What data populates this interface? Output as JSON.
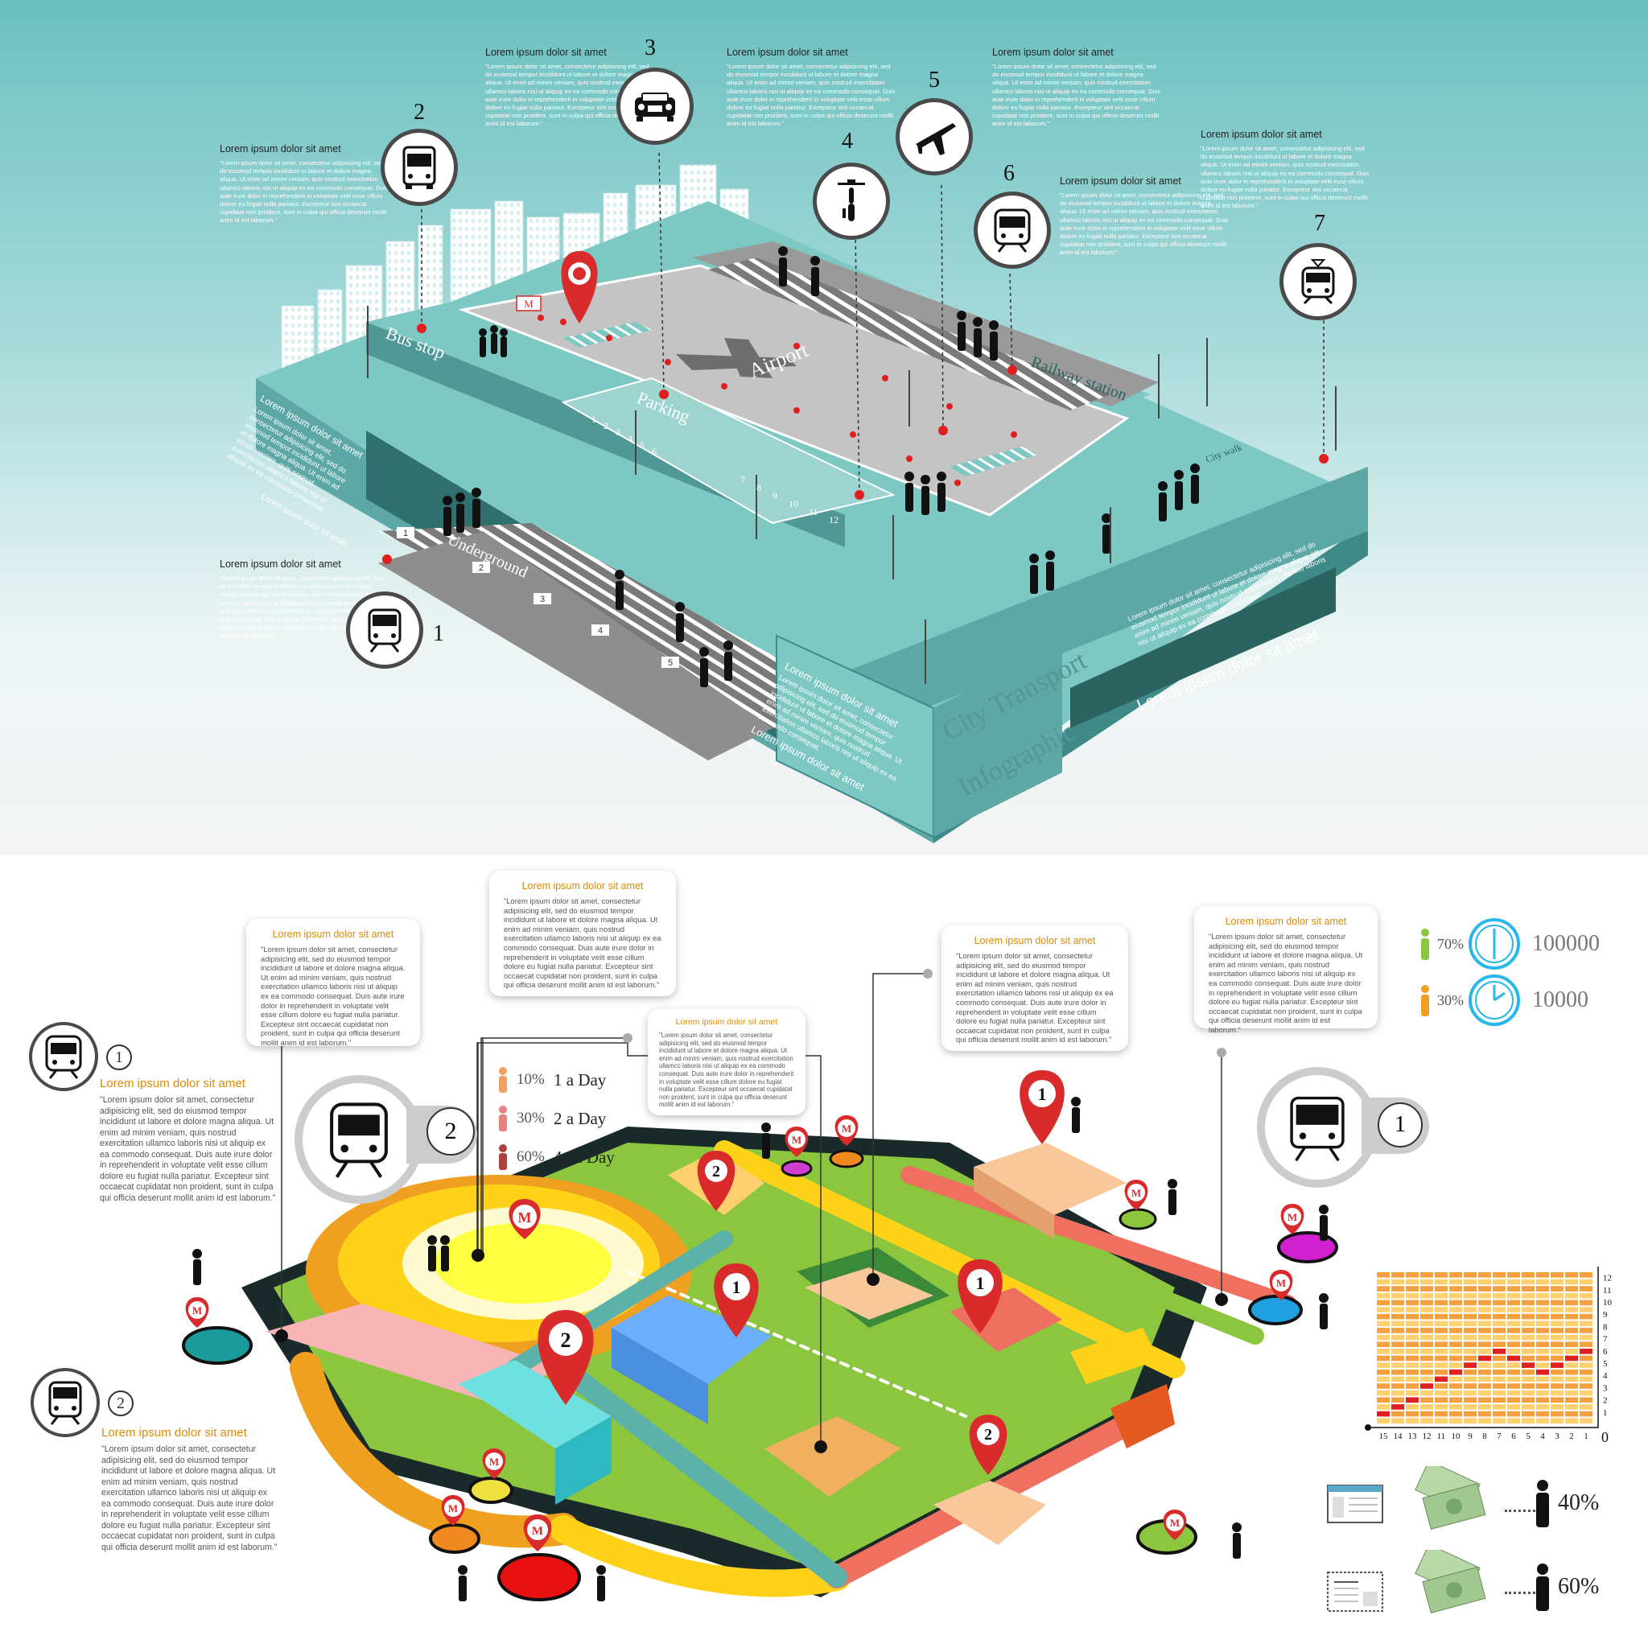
{
  "colors": {
    "teal": "#7ec8c4",
    "teal_dark": "#3f8a88",
    "red_pin": "#d92b2b",
    "orange": "#f0a020",
    "yellow": "#ffd21a",
    "green": "#8cc63f"
  },
  "top": {
    "notes": [
      {
        "heading": "Lorem ipsum dolor sit amet",
        "body": "\"Lorem ipsum dolor sit amet, consectetur adipisicing elit, sed do eiusmod tempor incididunt ut labore et dolore magna aliqua. Ut enim ad minim veniam, quis nostrud exercitation ullamco laboris nisi ut aliquip ex ea commodo consequat. Duis aute irure dolor in reprehenderit in voluptate velit esse cillum dolore eu fugiat nulla pariatur. Excepteur sint occaecat cupidatat non proident, sunt in culpa qui officia deserunt mollit anim id est laborum.\""
      },
      {
        "heading": "Lorem ipsum dolor sit amet",
        "body": "\"Lorem ipsum dolor sit amet, consectetur adipisicing elit, sed do eiusmod tempor incididunt ut labore et dolore magna aliqua. Ut enim ad minim veniam, quis nostrud exercitation ullamco laboris nisi ut aliquip ex ea commodo consequat. Duis aute irure dolor in reprehenderit in voluptate velit esse cillum dolore eu fugiat nulla pariatur. Excepteur sint occaecat cupidatat non proident, sunt in culpa qui officia deserunt mollit anim id est laborum.\""
      },
      {
        "heading": "Lorem ipsum dolor sit amet",
        "body": "\"Lorem ipsum dolor sit amet, consectetur adipisicing elit, sed do eiusmod tempor incididunt ut labore et dolore magna aliqua. Ut enim ad minim veniam, quis nostrud exercitation ullamco laboris nisi ut aliquip ex ea commodo consequat. Duis aute irure dolor in reprehenderit in voluptate velit esse cillum dolore eu fugiat nulla pariatur. Excepteur sint occaecat cupidatat non proident, sunt in culpa qui officia deserunt mollit anim id est laborum.\""
      },
      {
        "heading": "Lorem ipsum dolor sit amet",
        "body": "\"Lorem ipsum dolor sit amet, consectetur adipisicing elit, sed do eiusmod tempor incididunt ut labore et dolore magna aliqua. Ut enim ad minim veniam, quis nostrud exercitation ullamco laboris nisi ut aliquip ex ea commodo consequat. Duis aute irure dolor in reprehenderit in voluptate velit esse cillum dolore eu fugiat nulla pariatur. Excepteur sint occaecat cupidatat non proident, sunt in culpa qui officia deserunt mollit anim id est laborum.\""
      },
      {
        "heading": "Lorem ipsum dolor sit amet",
        "body": "\"Lorem ipsum dolor sit amet, consectetur adipisicing elit, sed do eiusmod tempor incididunt ut labore et dolore magna aliqua. Ut enim ad minim veniam, quis nostrud exercitation ullamco laboris nisi ut aliquip ex ea commodo consequat. Duis aute irure dolor in reprehenderit in voluptate velit esse cillum dolore eu fugiat nulla pariatur. Excepteur sint occaecat cupidatat non proident, sunt in culpa qui officia deserunt mollit anim id est laborum.\""
      },
      {
        "heading": "Lorem ipsum dolor sit amet",
        "body": "\"Lorem ipsum dolor sit amet, consectetur adipisicing elit, sed do eiusmod tempor incididunt ut labore et dolore magna aliqua. Ut enim ad minim veniam, quis nostrud exercitation ullamco laboris nisi ut aliquip ex ea commodo consequat. Duis aute irure dolor in reprehenderit in voluptate velit esse cillum dolore eu fugiat nulla pariatur. Excepteur sint occaecat cupidatat non proident, sunt in culpa qui officia deserunt mollit anim id est laborum.\""
      },
      {
        "heading": "Lorem ipsum dolor sit amet",
        "body": "\"Lorem ipsum dolor sit amet, consectetur adipisicing elit, sed do eiusmod tempor incididunt ut labore et dolore magna aliqua. Ut enim ad minim veniam, quis nostrud exercitation ullamco laboris nisi ut aliquip ex ea commodo consequat. Duis aute irure dolor in reprehenderit in voluptate velit esse cillum dolore eu fugiat nulla pariatur. Excepteur sint occaecat cupidatat non proident, sunt in culpa qui officia deserunt mollit anim id est laborum.\""
      }
    ],
    "numbers": [
      "1",
      "2",
      "3",
      "4",
      "5",
      "6",
      "7"
    ],
    "icons": [
      "tram-front-icon",
      "bus-front-icon",
      "car-front-icon",
      "bicycle-icon",
      "airplane-icon",
      "train-front-icon",
      "tram-icon"
    ],
    "area_labels": {
      "bus_stop": "Bus stop",
      "parking": "Parking",
      "airport": "Airport",
      "railway": "Railway station",
      "underground": "Underground",
      "city_walk": "City walk",
      "metro_sign": "M"
    },
    "platform_numbers": [
      "1",
      "2",
      "3",
      "4",
      "5"
    ],
    "parking_numbers": [
      "1",
      "2",
      "3",
      "4",
      "5",
      "6",
      "7",
      "8",
      "9",
      "10",
      "11",
      "12"
    ],
    "title_line1": "City Transport",
    "title_line2": "Infographic",
    "banner": "Lorem ipsum dolor sit amet",
    "wall_heading": "Lorem ipsum dolor sit amet",
    "wall_text": "Lorem ipsum dolor sit amet, consectetur adipisicing elit, sed do eiusmod tempor incididunt ut labore et dolore magna aliqua. Ut enim ad minim veniam, quis nostrud exercitation ullamco laboris nisi ut aliquip ex ea commodo consequat.",
    "wall_footer": "Lorem ipsum dolor sit amet",
    "left_wall_heading": "Lorem ipsum dolor sit amet",
    "left_wall_footer": "Lorem ipsum dolor sit amet",
    "right_wall_text": "Lorem ipsum dolor sit amet, consectetur adipisicing elit, sed do eiusmod tempor incididunt ut labore et dolore magna aliqua. Ut enim ad minim veniam, quis nostrud exercitation ullamco laboris nisi ut aliquip ex ea commodo consequat."
  },
  "bottom": {
    "cards": [
      {
        "heading": "Lorem ipsum dolor sit amet",
        "body": "\"Lorem ipsum dolor sit amet, consectetur adipisicing elit, sed do eiusmod tempor incididunt ut labore et dolore magna aliqua. Ut enim ad minim veniam, quis nostrud exercitation ullamco laboris nisi ut aliquip ex ea commodo consequat. Duis aute irure dolor in reprehenderit in voluptate velit esse cillum dolore eu fugiat nulla pariatur. Excepteur sint occaecat cupidatat non proident, sunt in culpa qui officia deserunt mollit anim id est laborum.\""
      },
      {
        "heading": "Lorem ipsum dolor sit amet",
        "body": "\"Lorem ipsum dolor sit amet, consectetur adipisicing elit, sed do eiusmod tempor incididunt ut labore et dolore magna aliqua. Ut enim ad minim veniam, quis nostrud exercitation ullamco laboris nisi ut aliquip ex ea commodo consequat. Duis aute irure dolor in reprehenderit in voluptate velit esse cillum dolore eu fugiat nulla pariatur. Excepteur sint occaecat cupidatat non proident, sunt in culpa qui officia deserunt mollit anim id est laborum.\""
      },
      {
        "heading": "Lorem ipsum dolor sit amet",
        "body": "\"Lorem ipsum dolor sit amet, consectetur adipisicing elit, sed do eiusmod tempor incididunt ut labore et dolore magna aliqua. Ut enim ad minim veniam, quis nostrud exercitation ullamco laboris nisi ut aliquip ex ea commodo consequat. Duis aute irure dolor in reprehenderit in voluptate velit esse cillum dolore eu fugiat nulla pariatur. Excepteur sint occaecat cupidatat non proident, sunt in culpa qui officia deserunt mollit anim id est laborum.\""
      },
      {
        "heading": "Lorem ipsum dolor sit amet",
        "body": "\"Lorem ipsum dolor sit amet, consectetur adipisicing elit, sed do eiusmod tempor incididunt ut labore et dolore magna aliqua. Ut enim ad minim veniam, quis nostrud exercitation ullamco laboris nisi ut aliquip ex ea commodo consequat. Duis aute irure dolor in reprehenderit in voluptate velit esse cillum dolore eu fugiat nulla pariatur. Excepteur sint occaecat cupidatat non proident, sunt in culpa qui officia deserunt mollit anim id est laborum.\""
      },
      {
        "heading": "Lorem ipsum dolor sit amet",
        "body": "\"Lorem ipsum dolor sit amet, consectetur adipisicing elit, sed do eiusmod tempor incididunt ut labore et dolore magna aliqua. Ut enim ad minim veniam, quis nostrud exercitation ullamco laboris nisi ut aliquip ex ea commodo consequat. Duis aute irure dolor in reprehenderit in voluptate velit esse cillum dolore eu fugiat nulla pariatur. Excepteur sint occaecat cupidatat non proident, sunt in culpa qui officia deserunt mollit anim id est laborum.\""
      }
    ],
    "side_notes": [
      {
        "heading": "Lorem ipsum dolor sit amet",
        "body": "\"Lorem ipsum dolor sit amet, consectetur adipisicing elit, sed do eiusmod tempor incididunt ut labore et dolore magna aliqua. Ut enim ad minim veniam, quis nostrud exercitation ullamco laboris nisi ut aliquip ex ea commodo consequat. Duis aute irure dolor in reprehenderit in voluptate velit esse cillum dolore eu fugiat nulla pariatur. Excepteur sint occaecat cupidatat non proident, sunt in culpa qui officia deserunt mollit anim id est laborum.\""
      },
      {
        "heading": "Lorem ipsum dolor sit amet",
        "body": "\"Lorem ipsum dolor sit amet, consectetur adipisicing elit, sed do eiusmod tempor incididunt ut labore et dolore magna aliqua. Ut enim ad minim veniam, quis nostrud exercitation ullamco laboris nisi ut aliquip ex ea commodo consequat. Duis aute irure dolor in reprehenderit in voluptate velit esse cillum dolore eu fugiat nulla pariatur. Excepteur sint occaecat cupidatat non proident, sunt in culpa qui officia deserunt mollit anim id est laborum.\""
      }
    ],
    "side_numbers": [
      "1",
      "2"
    ],
    "badge_numbers": [
      "2",
      "1"
    ],
    "frequency": [
      {
        "percent": "10%",
        "label": "1 a Day",
        "color": "#f0a060"
      },
      {
        "percent": "30%",
        "label": "2 a Day",
        "color": "#e88080"
      },
      {
        "percent": "60%",
        "label": "4.. a Day",
        "color": "#b04040"
      }
    ],
    "riders": [
      {
        "percent": "70%",
        "value": "100000",
        "color": "#8cc63f"
      },
      {
        "percent": "30%",
        "value": "10000",
        "color": "#f0a020"
      }
    ],
    "pin_numbers": [
      "2",
      "1",
      "1",
      "1",
      "2",
      "2"
    ],
    "metro_sign": "M",
    "ticket_shares": [
      "40%",
      "60%"
    ]
  },
  "chart_data": {
    "type": "heatmap",
    "x_tick_labels": [
      "15",
      "14",
      "13",
      "12",
      "11",
      "10",
      "9",
      "8",
      "7",
      "6",
      "5",
      "4",
      "3",
      "2",
      "1"
    ],
    "y_tick_labels": [
      "1",
      "2",
      "3",
      "4",
      "5",
      "6",
      "7",
      "8",
      "9",
      "10",
      "11",
      "12"
    ],
    "origin_label": "0",
    "rows": 22,
    "highlight_row_from_bottom": [
      1,
      2,
      3,
      5,
      6,
      7,
      8,
      9,
      10,
      9,
      8,
      7,
      8,
      9,
      10
    ],
    "colors": {
      "fill": "#f5a040",
      "alt": "#ffd070",
      "highlight": "#e02020"
    }
  }
}
